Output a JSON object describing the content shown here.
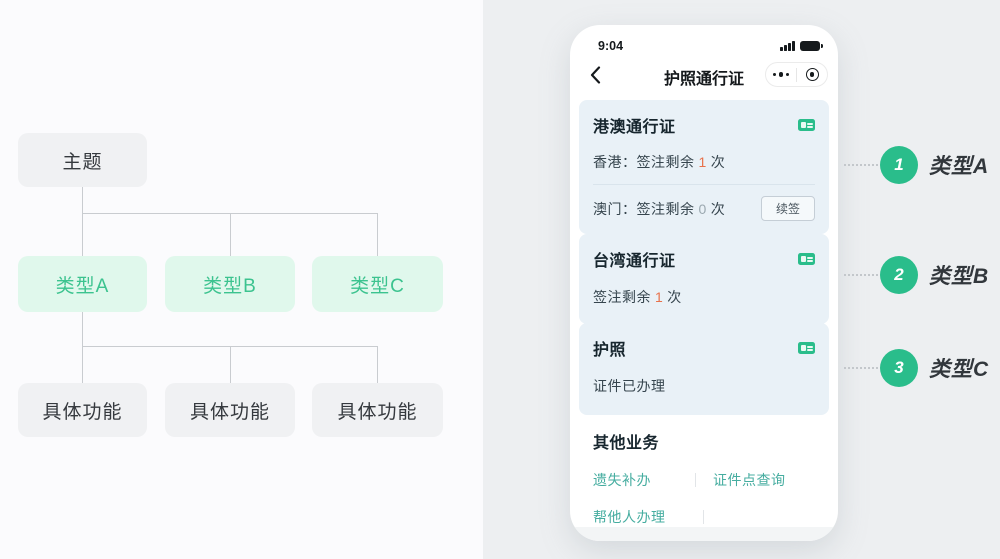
{
  "diagram": {
    "root": "主题",
    "types": [
      "类型A",
      "类型B",
      "类型C"
    ],
    "leaves": [
      "具体功能",
      "具体功能",
      "具体功能"
    ]
  },
  "phone": {
    "status": {
      "time": "9:04"
    },
    "nav": {
      "title": "护照通行证"
    },
    "cards": [
      {
        "title": "港澳通行证",
        "rows": [
          {
            "label": "香港：签注剩余",
            "count": "1",
            "unit": "次"
          },
          {
            "label": "澳门：签注剩余",
            "count": "0",
            "unit": "次",
            "button": "续签"
          }
        ]
      },
      {
        "title": "台湾通行证",
        "rows": [
          {
            "label": "签注剩余",
            "count": "1",
            "unit": "次"
          }
        ]
      },
      {
        "title": "护照",
        "rows": [
          {
            "text": "证件已办理"
          }
        ]
      }
    ],
    "other": {
      "heading": "其他业务",
      "links": [
        "遗失补办",
        "证件点查询",
        "帮他人办理"
      ]
    }
  },
  "annotations": [
    {
      "num": "1",
      "label": "类型A"
    },
    {
      "num": "2",
      "label": "类型B"
    },
    {
      "num": "3",
      "label": "类型C"
    }
  ],
  "colors": {
    "accent_green": "#2abd8b",
    "mint_bg": "#e0f8ec",
    "mint_text": "#3cc38f",
    "card_bg": "#e9f1f7",
    "link_teal": "#46ada0",
    "count_orange": "#e8714b",
    "count_gray": "#9ba8b0",
    "panel_gray": "#edeff1"
  }
}
